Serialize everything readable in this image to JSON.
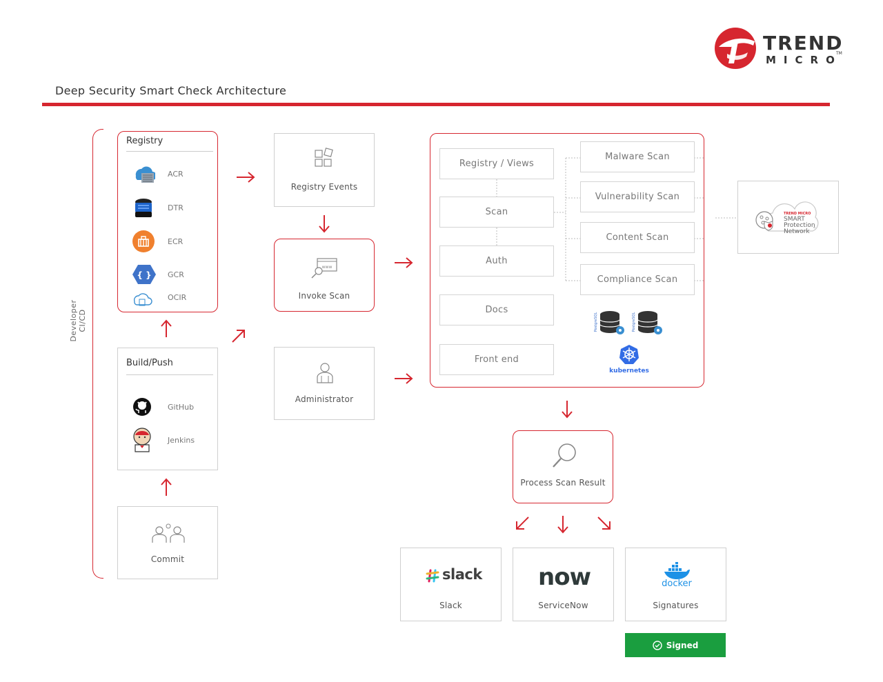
{
  "brand": {
    "line1": "TREND",
    "line2": "MICRO",
    "tm": "TM",
    "color": "#d6262f"
  },
  "title": "Deep Security Smart Check Architecture",
  "side_label": "Developer CI/CD",
  "registry": {
    "heading": "Registry",
    "items": [
      {
        "label": "ACR",
        "icon": "azure-registry-icon"
      },
      {
        "label": "DTR",
        "icon": "docker-trusted-registry-icon"
      },
      {
        "label": "ECR",
        "icon": "aws-ecr-icon"
      },
      {
        "label": "GCR",
        "icon": "google-container-registry-icon"
      },
      {
        "label": "OCIR",
        "icon": "oracle-registry-icon"
      }
    ]
  },
  "build": {
    "heading": "Build/Push",
    "items": [
      {
        "label": "GitHub",
        "icon": "github-icon"
      },
      {
        "label": "Jenkins",
        "icon": "jenkins-icon"
      }
    ]
  },
  "commit": {
    "label": "Commit"
  },
  "registry_events": {
    "label": "Registry Events"
  },
  "invoke_scan": {
    "label": "Invoke Scan"
  },
  "administrator": {
    "label": "Administrator"
  },
  "smart_check": {
    "left": [
      "Registry / Views",
      "Scan",
      "Auth",
      "Docs",
      "Front end"
    ],
    "scanners": [
      "Malware Scan",
      "Vulnerability Scan",
      "Content Scan",
      "Compliance Scan"
    ],
    "db_label": "PostgreSQL",
    "k8s_label": "kubernetes"
  },
  "spn": {
    "line0": "TREND MICRO",
    "line1": "SMART",
    "line2": "Protection",
    "line3": "Network",
    "tm": "™"
  },
  "process_scan_result": {
    "label": "Process Scan Result"
  },
  "outputs": [
    {
      "logo": "slack",
      "label": "Slack"
    },
    {
      "logo": "now",
      "label": "ServiceNow"
    },
    {
      "logo": "docker",
      "label": "Signatures"
    }
  ],
  "signed": {
    "label": "Signed",
    "color": "#1a9e3f"
  }
}
